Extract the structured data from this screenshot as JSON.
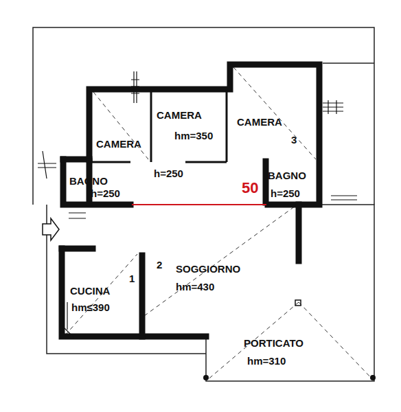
{
  "diagram": {
    "nodes": [
      {
        "text": [
          "CAMERA"
        ]
      },
      {
        "text": [
          "CAMERA",
          "hm=350"
        ]
      },
      {
        "text": [
          "CAMERA",
          "3"
        ]
      },
      {
        "text": [
          "BAGNO",
          "h=250"
        ]
      },
      {
        "text": [
          "h=250"
        ]
      },
      {
        "text": [
          "BAGNO",
          "h=250"
        ]
      },
      {
        "text": [
          "CUCINA",
          "hm≤390",
          "1"
        ]
      },
      {
        "text": [
          "2",
          "SOGGIORNO",
          "hm=430"
        ]
      },
      {
        "text": [
          "PORTICATO",
          "hm=310"
        ]
      }
    ],
    "labels": [
      "50"
    ]
  }
}
